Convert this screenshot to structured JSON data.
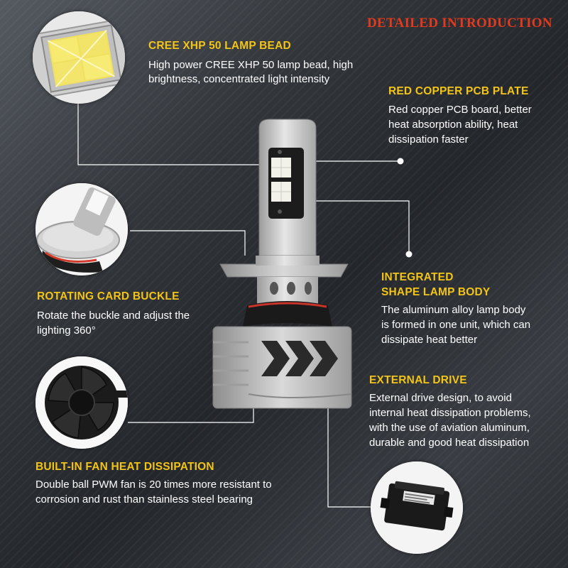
{
  "header": {
    "title": "DETAILED INTRODUCTION"
  },
  "features": {
    "lamp_bead": {
      "title": "CREE XHP 50 LAMP BEAD",
      "desc_lines": [
        "High power CREE XHP 50 lamp bead, high",
        "brightness, concentrated light intensity"
      ],
      "icon": "led-chip-icon"
    },
    "pcb_plate": {
      "title": "RED COPPER PCB PLATE",
      "desc_lines": [
        "Red copper PCB board, better",
        "heat absorption ability, heat",
        "dissipation faster"
      ]
    },
    "card_buckle": {
      "title": "ROTATING CARD BUCKLE",
      "desc_lines": [
        "Rotate the buckle and adjust the",
        "lighting 360°"
      ],
      "icon": "rotating-buckle-icon"
    },
    "lamp_body": {
      "title_lines": [
        "INTEGRATED",
        "SHAPE LAMP BODY"
      ],
      "desc_lines": [
        "The aluminum alloy lamp body",
        "is formed in one unit, which can",
        "dissipate heat better"
      ]
    },
    "external_drive": {
      "title": "EXTERNAL DRIVE",
      "desc_lines": [
        "External drive design, to avoid",
        "internal heat dissipation problems,",
        "with the use of aviation aluminum,",
        "durable and good heat dissipation"
      ],
      "icon": "driver-box-icon"
    },
    "fan": {
      "title": "BUILT-IN FAN HEAT DISSIPATION",
      "desc_lines": [
        "Double ball PWM fan is 20 times more resistant to",
        "corrosion and rust than stainless steel bearing"
      ],
      "icon": "fan-icon"
    }
  },
  "colors": {
    "title_accent": "#f3c418",
    "header_red": "#e23a1e",
    "text": "#ffffff",
    "background": "#33373c"
  }
}
